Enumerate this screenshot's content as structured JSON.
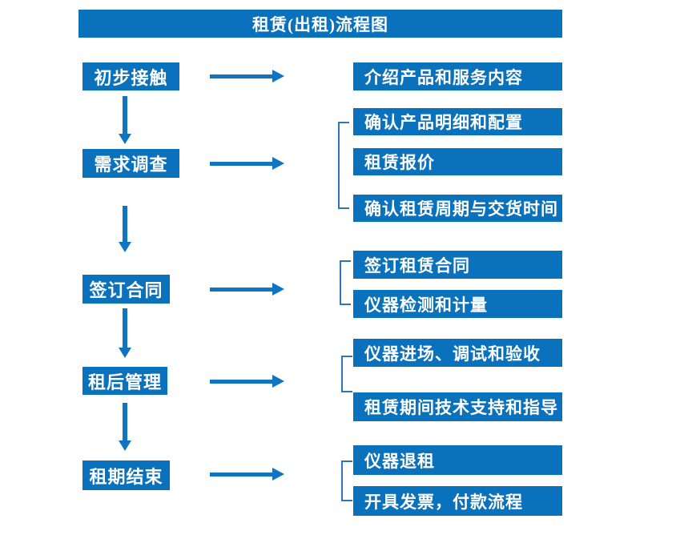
{
  "diagram": {
    "title": "租赁(出租)流程图",
    "colors": {
      "box_fill": "#0a71bc",
      "arrow": "#0f74c2",
      "bracket": "#2e75b6",
      "text": "#ffffff",
      "background": "#ffffff"
    },
    "flow": [
      {
        "step": "初步接触",
        "details": [
          "介绍产品和服务内容"
        ]
      },
      {
        "step": "需求调查",
        "details": [
          "确认产品明细和配置",
          "租赁报价",
          "确认租赁周期与交货时间"
        ]
      },
      {
        "step": "签订合同",
        "details": [
          "签订租赁合同",
          "仪器检测和计量"
        ]
      },
      {
        "step": "租后管理",
        "details": [
          "仪器进场、调试和验收",
          "租赁期间技术支持和指导"
        ]
      },
      {
        "step": "租期结束",
        "details": [
          "仪器退租",
          "开具发票，付款流程"
        ]
      }
    ]
  }
}
